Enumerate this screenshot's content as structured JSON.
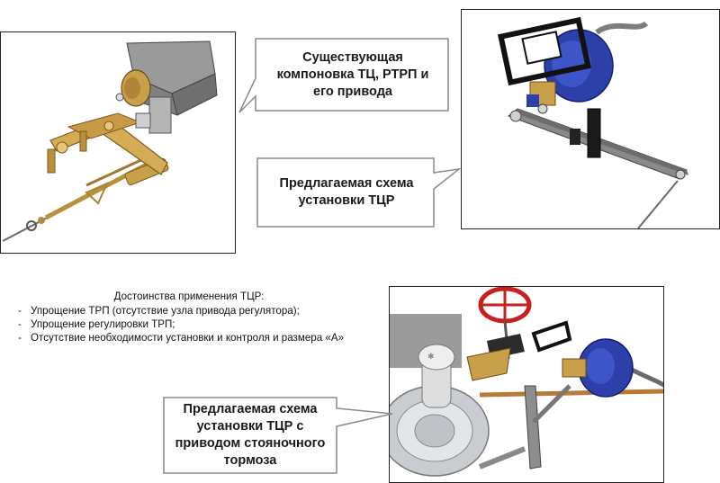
{
  "callouts": {
    "existing": {
      "lines": [
        "Существующая",
        "компоновка ТЦ, РТРП и",
        "его привода"
      ]
    },
    "proposed": {
      "lines": [
        "Предлагаемая схема",
        "установки ТЦР"
      ]
    },
    "proposed_parking": {
      "lines": [
        "Предлагаемая схема",
        "установки ТЦР с",
        "приводом стояночного",
        "тормоза"
      ]
    }
  },
  "advantages": {
    "title": "Достоинства применения ТЦР:",
    "items": [
      {
        "marker": "-",
        "text": "Упрощение ТРП (отсутствие узла привода регулятора);"
      },
      {
        "marker": "-",
        "text": "Упрощение регулировки ТРП;"
      },
      {
        "marker": "-",
        "text": "Отсутствие необходимости установки и контроля и размера «А»"
      }
    ]
  },
  "colors": {
    "frame": "#222222",
    "callout_fill": "#ffffff",
    "callout_border": "#8a8a8a",
    "brass": "#c8a04a",
    "motor_blue": "#2d3fa8",
    "lever_gray": "#7d7d7d",
    "wheel_red": "#c8201e"
  }
}
